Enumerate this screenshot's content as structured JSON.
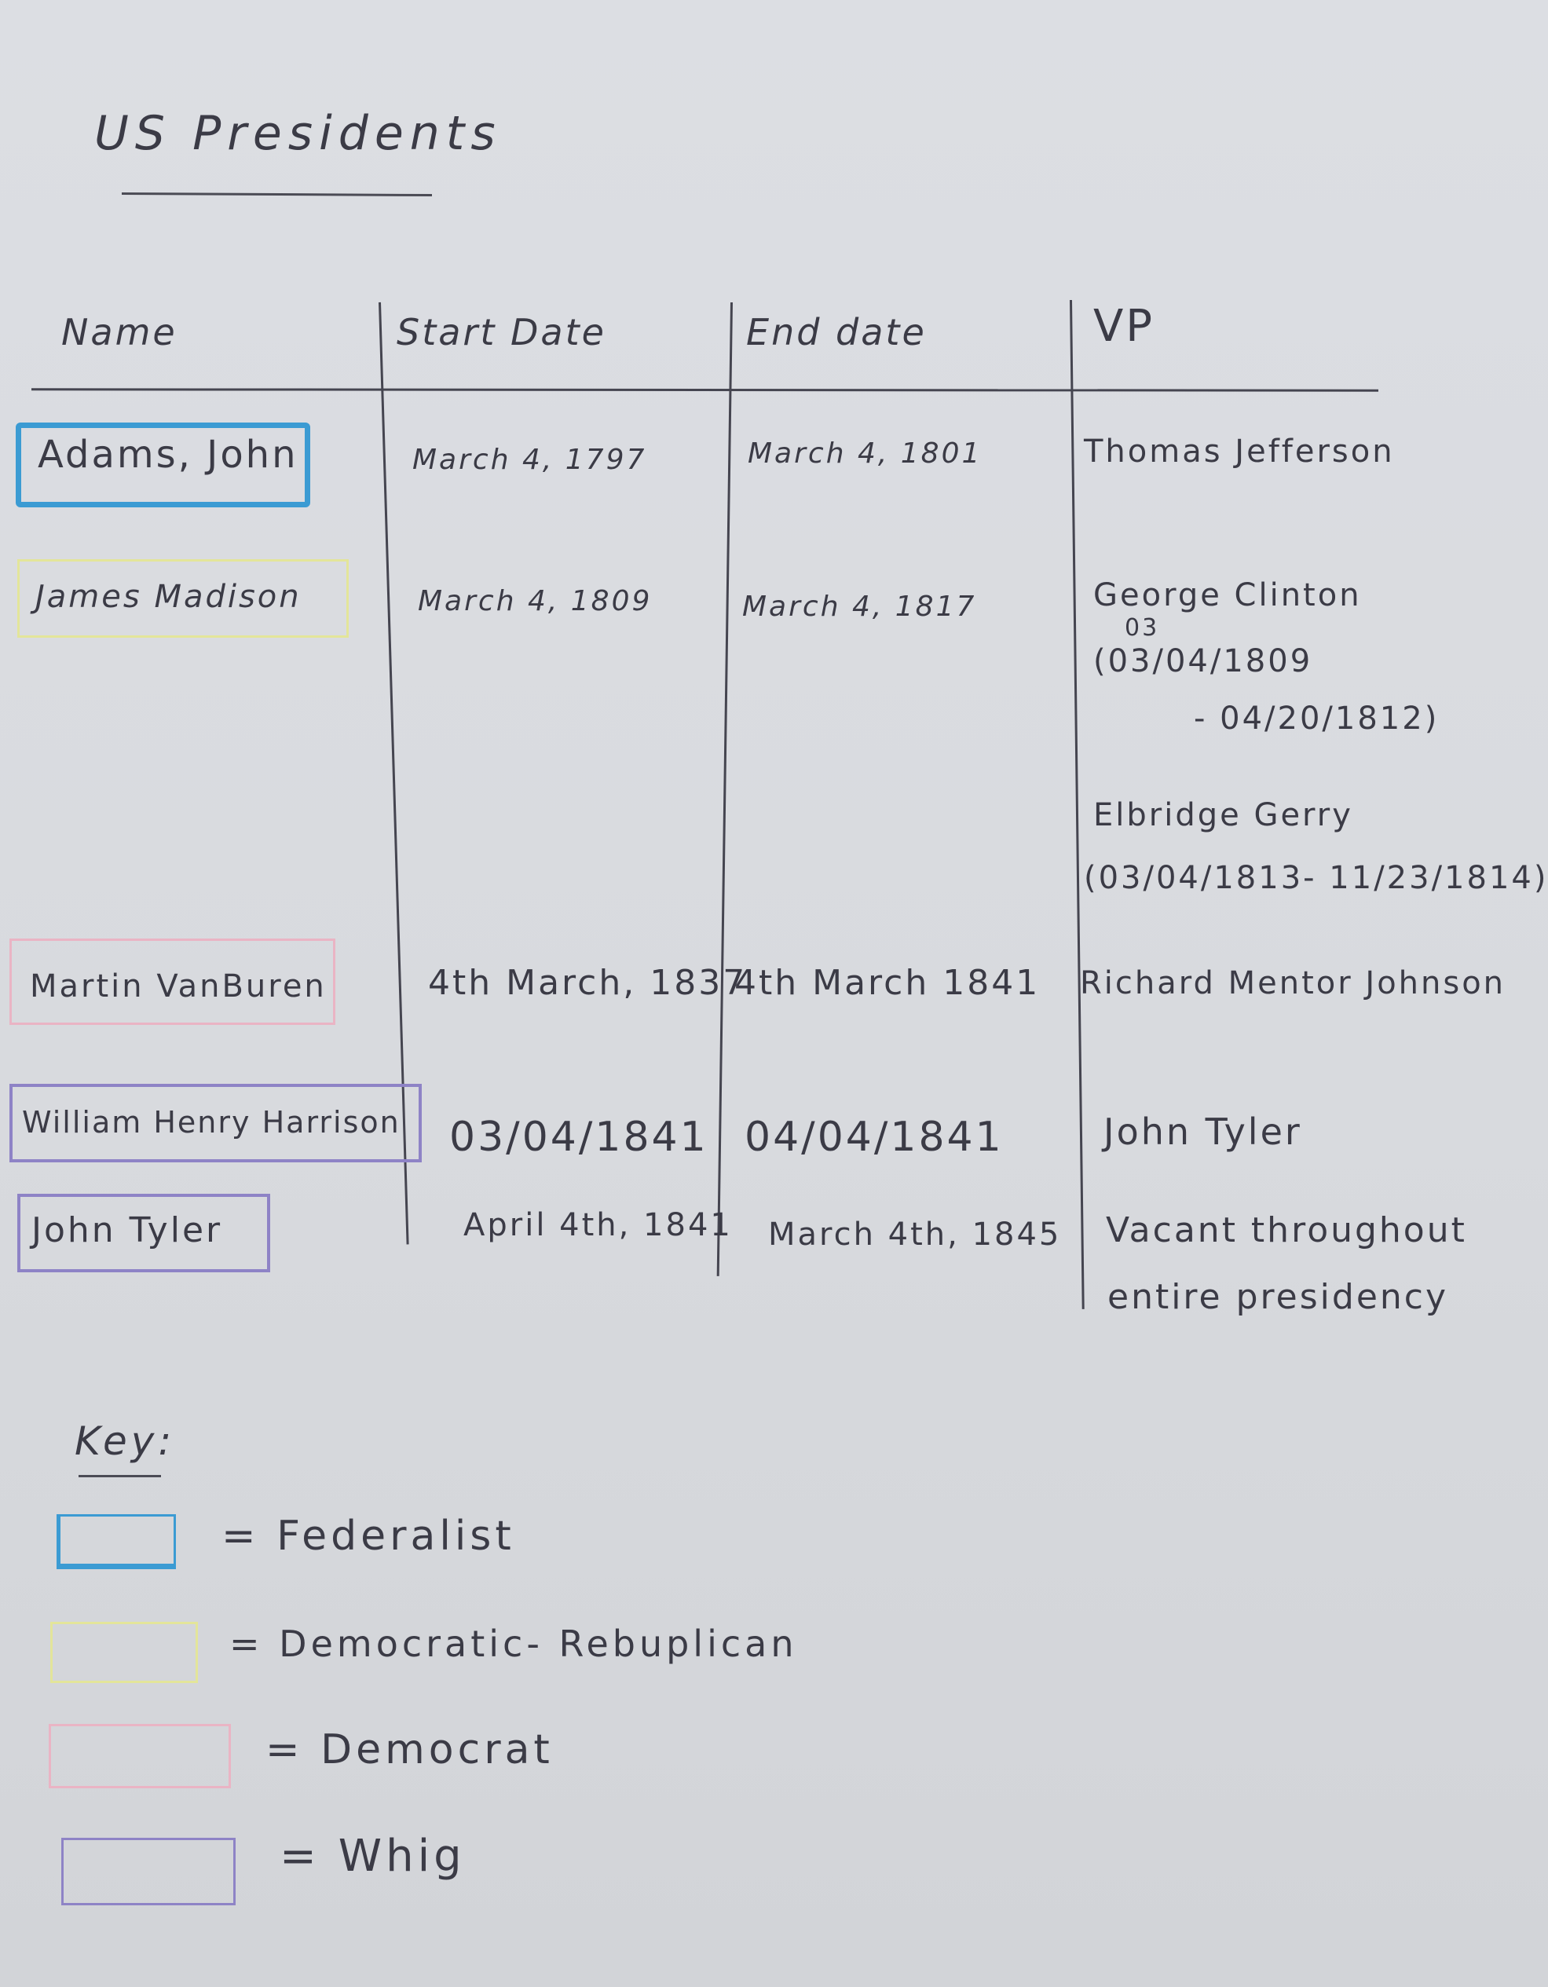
{
  "page": {
    "title": "US Presidents"
  },
  "table": {
    "columns": [
      "Name",
      "Start Date",
      "End date",
      "VP"
    ],
    "rows": [
      {
        "name": "Adams, John",
        "start": "March 4, 1797",
        "end": "March 4, 1801",
        "vp": [
          "Thomas Jefferson"
        ],
        "party_color": "#3b9bd3"
      },
      {
        "name": "James Madison",
        "start": "March 4, 1809",
        "end": "March 4, 1817",
        "vp": [
          "George Clinton",
          "03",
          "(03/04/1809",
          "- 04/20/1812)",
          "Elbridge Gerry",
          "(03/04/1813- 11/23/1814)"
        ],
        "party_color": "#e3e59a"
      },
      {
        "name": "Martin VanBuren",
        "start": "4th March, 1837",
        "end": "4th March 1841",
        "vp": [
          "Richard Mentor Johnson"
        ],
        "party_color": "#eab4c4"
      },
      {
        "name": "William Henry Harrison",
        "start": "03/04/1841",
        "end": "04/04/1841",
        "vp": [
          "John Tyler"
        ],
        "party_color": "#8e83c6"
      },
      {
        "name": "John Tyler",
        "start": "April 4th, 1841",
        "end": "March 4th, 1845",
        "vp": [
          "Vacant throughout",
          "entire presidency"
        ],
        "party_color": "#8e83c6"
      }
    ]
  },
  "key": {
    "heading": "Key:",
    "items": [
      {
        "label": "= Federalist",
        "color": "#3b9bd3"
      },
      {
        "label": "= Democratic- Rebuplican",
        "color": "#e3e59a"
      },
      {
        "label": "= Democrat",
        "color": "#eab4c4"
      },
      {
        "label": "= Whig",
        "color": "#8e83c6"
      }
    ]
  }
}
